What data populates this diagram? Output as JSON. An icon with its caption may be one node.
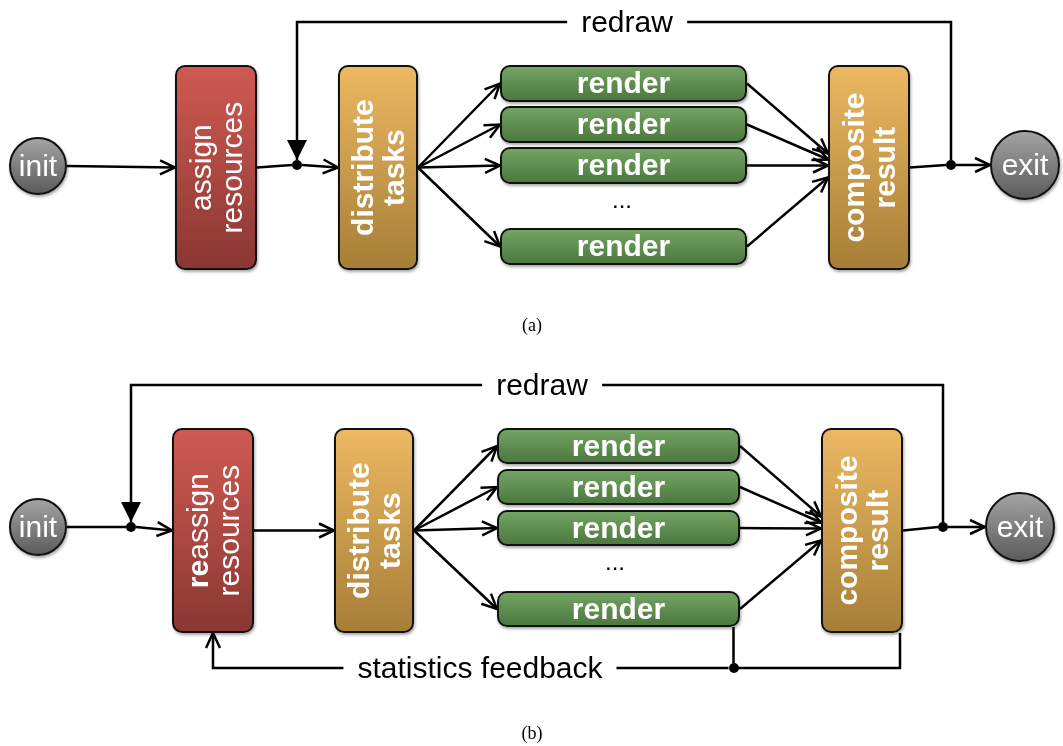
{
  "diagram": {
    "nodes": [
      {
        "text": [
          "init"
        ]
      },
      {
        "text": [
          "assign resources"
        ]
      },
      {
        "text": [],
        "shape": "circle"
      },
      {
        "text": [
          "distribute tasks"
        ]
      },
      {
        "text": [
          "render"
        ]
      },
      {
        "text": [
          "render"
        ]
      },
      {
        "text": [
          "render"
        ]
      },
      {
        "text": [
          "render"
        ]
      },
      {
        "text": [
          "composite result"
        ]
      },
      {
        "text": [],
        "shape": "circle"
      },
      {
        "text": [
          "exit"
        ]
      },
      {
        "text": [
          "init"
        ]
      },
      {
        "text": [],
        "shape": "circle"
      },
      {
        "text": [
          "**re**assign resources"
        ]
      },
      {
        "text": [
          "distribute tasks"
        ]
      },
      {
        "text": [
          "render"
        ]
      },
      {
        "text": [
          "render"
        ]
      },
      {
        "text": [
          "render"
        ]
      },
      {
        "text": [
          "render"
        ]
      },
      {
        "text": [
          "composite result"
        ]
      },
      {
        "text": [],
        "shape": "circle"
      },
      {
        "text": [
          "exit"
        ]
      },
      {
        "text": [],
        "shape": "circle"
      }
    ],
    "edges": [
      {
        "from": 0,
        "to": 1,
        "arrow": "to"
      },
      {
        "from": 1,
        "to": 2,
        "arrow": "none"
      },
      {
        "from": 2,
        "to": 3,
        "arrow": "to"
      },
      {
        "from": 3,
        "to": 4,
        "arrow": "to"
      },
      {
        "from": 3,
        "to": 5,
        "arrow": "to"
      },
      {
        "from": 3,
        "to": 6,
        "arrow": "to"
      },
      {
        "from": 3,
        "to": 7,
        "arrow": "to"
      },
      {
        "from": 4,
        "to": 8,
        "arrow": "to"
      },
      {
        "from": 5,
        "to": 8,
        "arrow": "to"
      },
      {
        "from": 6,
        "to": 8,
        "arrow": "to"
      },
      {
        "from": 7,
        "to": 8,
        "arrow": "to"
      },
      {
        "from": 8,
        "to": 9,
        "arrow": "none"
      },
      {
        "from": 9,
        "to": 10,
        "arrow": "to"
      },
      {
        "from": 9,
        "to": 2,
        "arrow": "to",
        "label": "redraw"
      },
      {
        "from": 11,
        "to": 12,
        "arrow": "none"
      },
      {
        "from": 12,
        "to": 13,
        "arrow": "to"
      },
      {
        "from": 13,
        "to": 14,
        "arrow": "to"
      },
      {
        "from": 14,
        "to": 15,
        "arrow": "to"
      },
      {
        "from": 14,
        "to": 16,
        "arrow": "to"
      },
      {
        "from": 14,
        "to": 17,
        "arrow": "to"
      },
      {
        "from": 14,
        "to": 18,
        "arrow": "to"
      },
      {
        "from": 15,
        "to": 19,
        "arrow": "to"
      },
      {
        "from": 16,
        "to": 19,
        "arrow": "to"
      },
      {
        "from": 17,
        "to": 19,
        "arrow": "to"
      },
      {
        "from": 18,
        "to": 19,
        "arrow": "to"
      },
      {
        "from": 19,
        "to": 20,
        "arrow": "none"
      },
      {
        "from": 20,
        "to": 21,
        "arrow": "to"
      },
      {
        "from": 20,
        "to": 12,
        "arrow": "to",
        "label": "redraw"
      },
      {
        "from": 18,
        "to": 22,
        "arrow": "none"
      },
      {
        "from": 19,
        "to": 22,
        "arrow": "none"
      },
      {
        "from": 22,
        "to": 13,
        "arrow": "to",
        "label": "statistics feedback"
      }
    ],
    "labels": [
      "...",
      "(a)",
      "...",
      "(b)"
    ]
  }
}
